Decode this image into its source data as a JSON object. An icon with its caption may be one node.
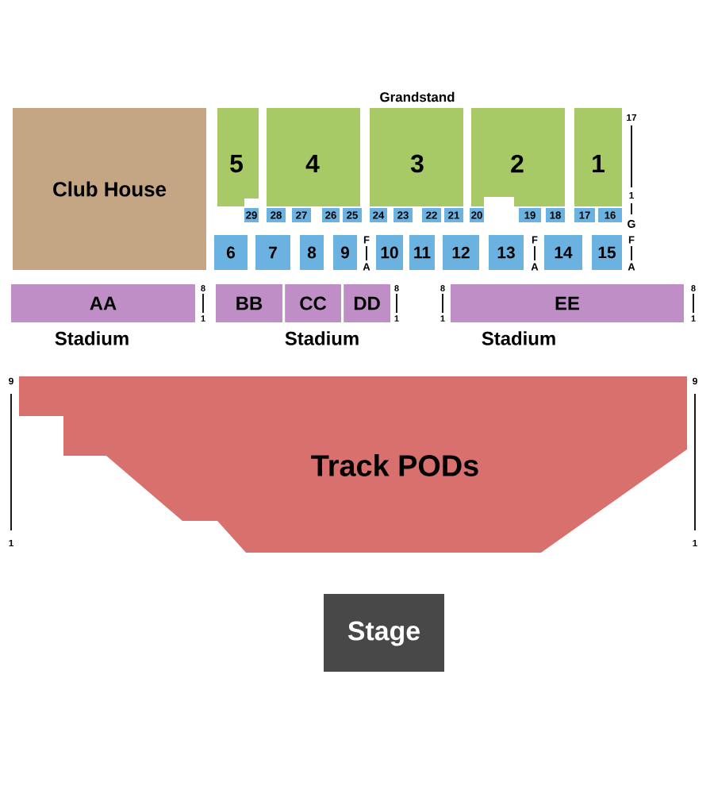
{
  "diagram": {
    "nodes": [
      {
        "text": [
          "Club House"
        ]
      },
      {
        "text": [
          "5"
        ]
      },
      {
        "text": [
          "4"
        ]
      },
      {
        "text": [
          "3"
        ]
      },
      {
        "text": [
          "2"
        ]
      },
      {
        "text": [
          "1"
        ],
        "beside": [
          "17",
          "1"
        ]
      },
      {
        "text": [
          "29"
        ]
      },
      {
        "text": [
          "28"
        ]
      },
      {
        "text": [
          "27"
        ]
      },
      {
        "text": [
          "26"
        ]
      },
      {
        "text": [
          "25"
        ]
      },
      {
        "text": [
          "24"
        ]
      },
      {
        "text": [
          "23"
        ]
      },
      {
        "text": [
          "22"
        ]
      },
      {
        "text": [
          "21"
        ]
      },
      {
        "text": [
          "20"
        ]
      },
      {
        "text": [
          "19"
        ]
      },
      {
        "text": [
          "18"
        ]
      },
      {
        "text": [
          "17"
        ]
      },
      {
        "text": [
          "16"
        ]
      },
      {
        "text": [
          "6"
        ]
      },
      {
        "text": [
          "7"
        ]
      },
      {
        "text": [
          "8"
        ]
      },
      {
        "text": [
          "9"
        ]
      },
      {
        "text": [
          "10"
        ]
      },
      {
        "text": [
          "11"
        ]
      },
      {
        "text": [
          "12"
        ]
      },
      {
        "text": [
          "13"
        ]
      },
      {
        "text": [
          "14"
        ]
      },
      {
        "text": [
          "15"
        ]
      },
      {
        "text": [
          "AA"
        ],
        "beside": [
          "8",
          "1"
        ]
      },
      {
        "text": [
          "BB"
        ]
      },
      {
        "text": [
          "CC"
        ]
      },
      {
        "text": [
          "DD"
        ],
        "beside": [
          "8",
          "1"
        ]
      },
      {
        "text": [
          "EE"
        ],
        "beside": [
          "8",
          "1",
          "8",
          "1"
        ]
      },
      {
        "text": [
          "Track PODs"
        ],
        "beside": [
          "9",
          "1",
          "9",
          "1"
        ]
      },
      {
        "text": [
          "Stage"
        ]
      }
    ],
    "labels": [
      "Grandstand",
      "G",
      "F",
      "A",
      "F",
      "A",
      "F",
      "A",
      "Stadium",
      "Stadium",
      "Stadium"
    ]
  }
}
